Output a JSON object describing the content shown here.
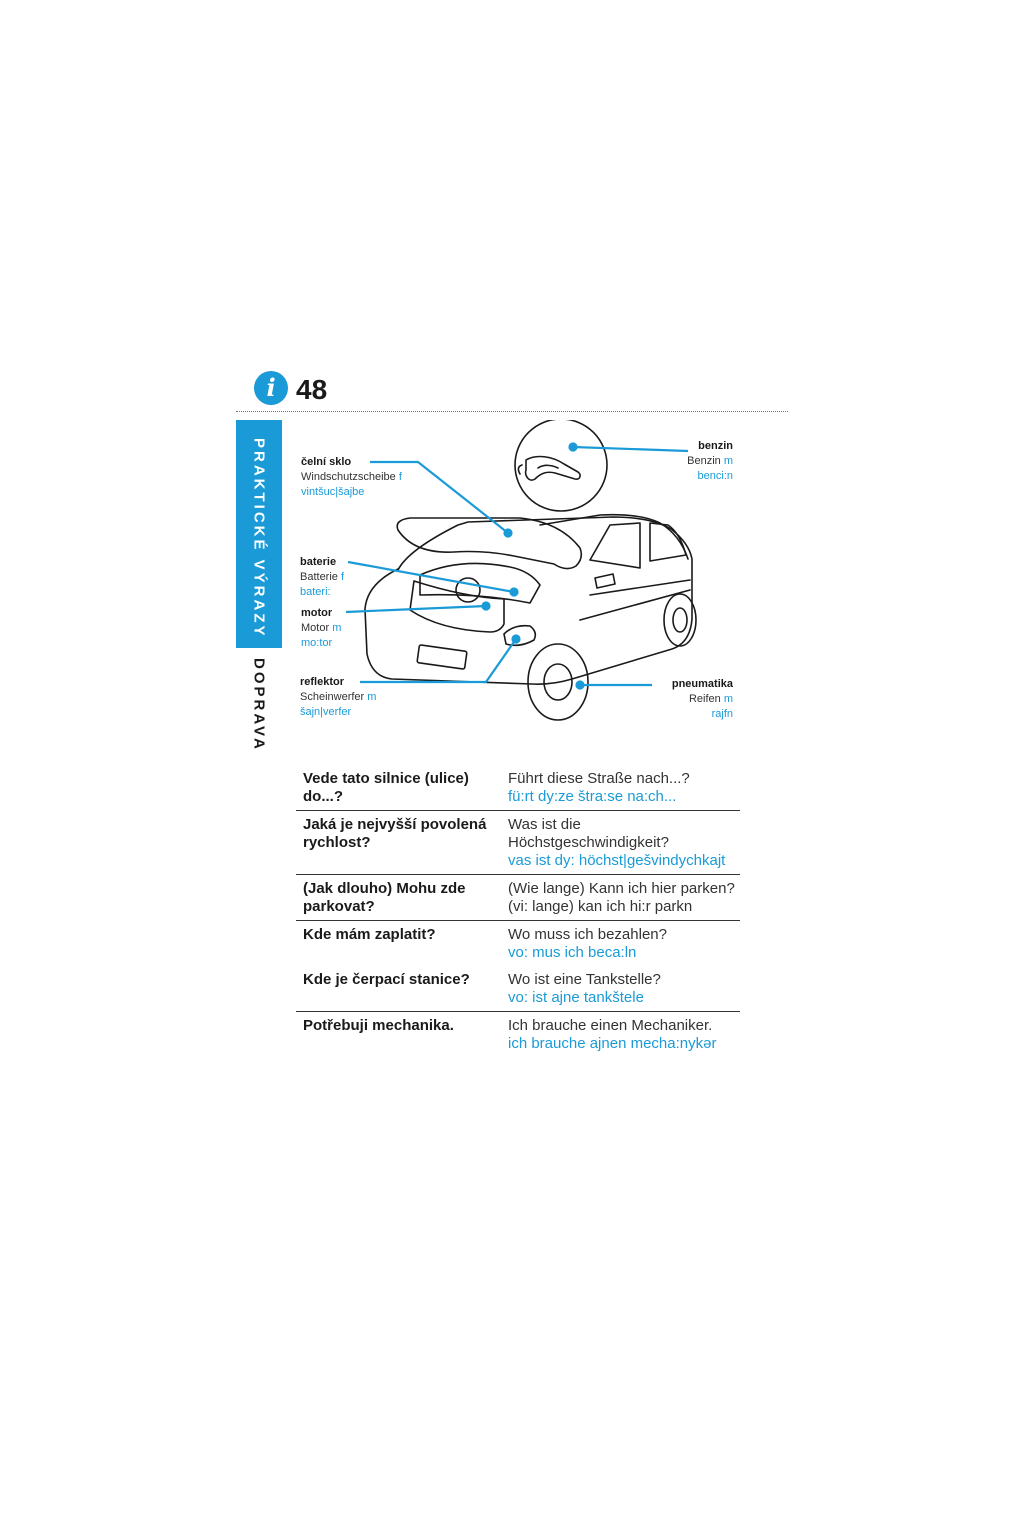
{
  "page": {
    "number": "48",
    "info_icon_glyph": "i",
    "section_tab": "PRAKTICKÉ VÝRAZY",
    "subsection_tab": "DOPRAVA"
  },
  "colors": {
    "accent": "#1a9bd7",
    "text": "#1a1a1a"
  },
  "car_labels": [
    {
      "id": "windshield",
      "cz": "čelní sklo",
      "de": "Windschutzscheibe",
      "gender": "f",
      "pron": "vintšuc|šajbe"
    },
    {
      "id": "battery",
      "cz": "baterie",
      "de": "Batterie",
      "gender": "f",
      "pron": "bateri:"
    },
    {
      "id": "engine",
      "cz": "motor",
      "de": "Motor",
      "gender": "m",
      "pron": "mo:tor"
    },
    {
      "id": "headlight",
      "cz": "reflektor",
      "de": "Scheinwerfer",
      "gender": "m",
      "pron": "šajn|verfer"
    },
    {
      "id": "fuel",
      "cz": "benzin",
      "de": "Benzin",
      "gender": "m",
      "pron": "benci:n"
    },
    {
      "id": "tyre",
      "cz": "pneumatika",
      "de": "Reifen",
      "gender": "m",
      "pron": "rajfn"
    }
  ],
  "phrases": [
    {
      "cz": "Vede tato silnice (ulice) do...?",
      "de": "Führt diese Straße nach...?",
      "pron": "fü:rt dy:ze štra:se na:ch..."
    },
    {
      "cz": "Jaká je nejvyšší povolená rychlost?",
      "de": "Was ist die Höchstgeschwindigkeit?",
      "pron": "vas ist dy: höchst|gešvindychkajt"
    },
    {
      "cz": "(Jak dlouho) Mohu zde parkovat?",
      "de": "(Wie lange) Kann ich hier parken?",
      "pron": "(vi: lange) kan ich hi:r parkn"
    },
    {
      "cz": "Kde mám zaplatit?",
      "de": "Wo muss ich bezahlen?",
      "pron": "vo: mus ich beca:ln"
    },
    {
      "cz": "Kde je čerpací stanice?",
      "de": "Wo ist eine Tankstelle?",
      "pron": "vo: ist ajne tankštele"
    },
    {
      "cz": "Potřebuji mechanika.",
      "de": "Ich brauche einen Mechaniker.",
      "pron": "ich brauche ajnen mecha:nykər"
    }
  ]
}
